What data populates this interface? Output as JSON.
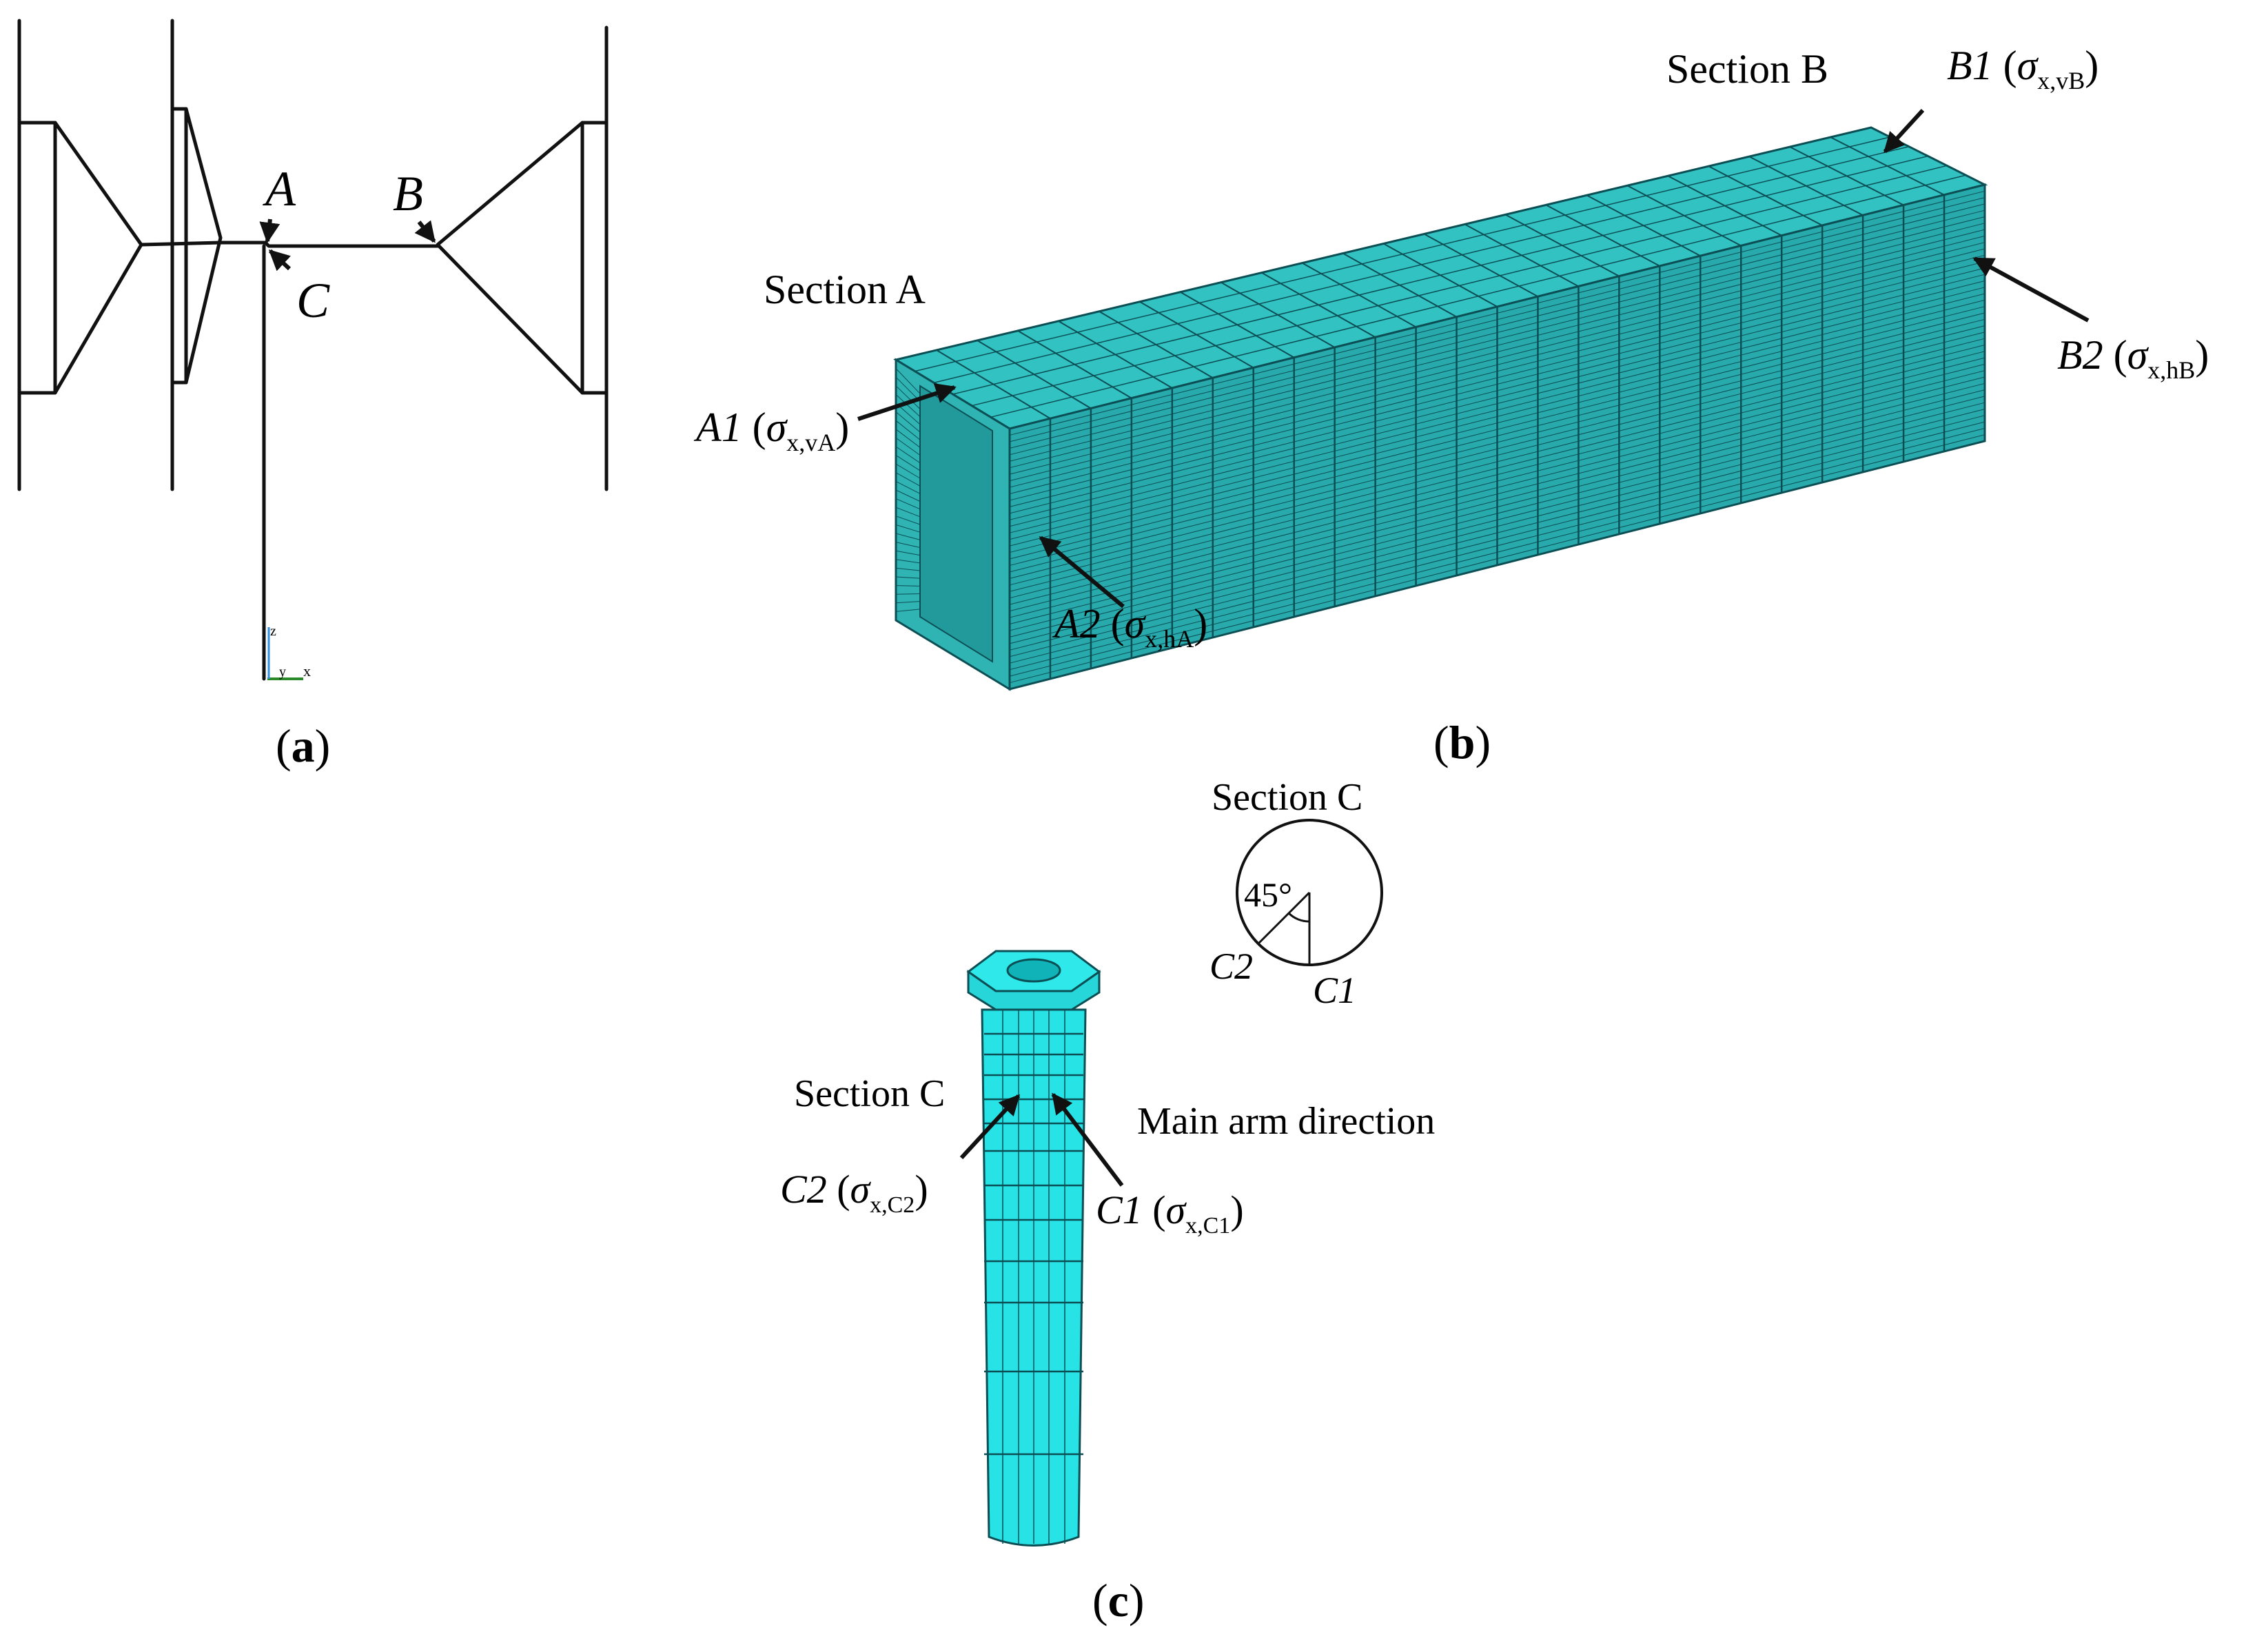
{
  "colors": {
    "mesh_fill": "#2fb3b3",
    "mesh_top": "#33c2c2",
    "mesh_side": "#28a9ab",
    "mesh_line": "#0b4f55",
    "cylinder_fill": "#27e3e6",
    "line": "#111111"
  },
  "panel_a": {
    "caption_open": "(",
    "caption_letter": "a",
    "caption_close": ")",
    "label_A": "A",
    "label_B": "B",
    "label_C": "C"
  },
  "panel_b": {
    "caption_open": "(",
    "caption_letter": "b",
    "caption_close": ")",
    "section_a": "Section A",
    "section_b": "Section B",
    "a1_point": "A1",
    "a1_sub": "x,vA",
    "a2_point": "A2",
    "a2_sub": "x,hA",
    "b1_point": "B1",
    "b1_sub": "x,vB",
    "b2_point": "B2",
    "b2_sub": "x,hB",
    "sigma": "σ"
  },
  "panel_c": {
    "caption_open": "(",
    "caption_letter": "c",
    "caption_close": ")",
    "section_c_top": "Section C",
    "angle": "45°",
    "c1": "C1",
    "c2": "C2",
    "section_c_side": "Section C",
    "main_arm": "Main arm direction",
    "c1_point": "C1",
    "c1_sub": "x,C1",
    "c2_point": "C2",
    "c2_sub": "x,C2",
    "sigma": "σ"
  }
}
